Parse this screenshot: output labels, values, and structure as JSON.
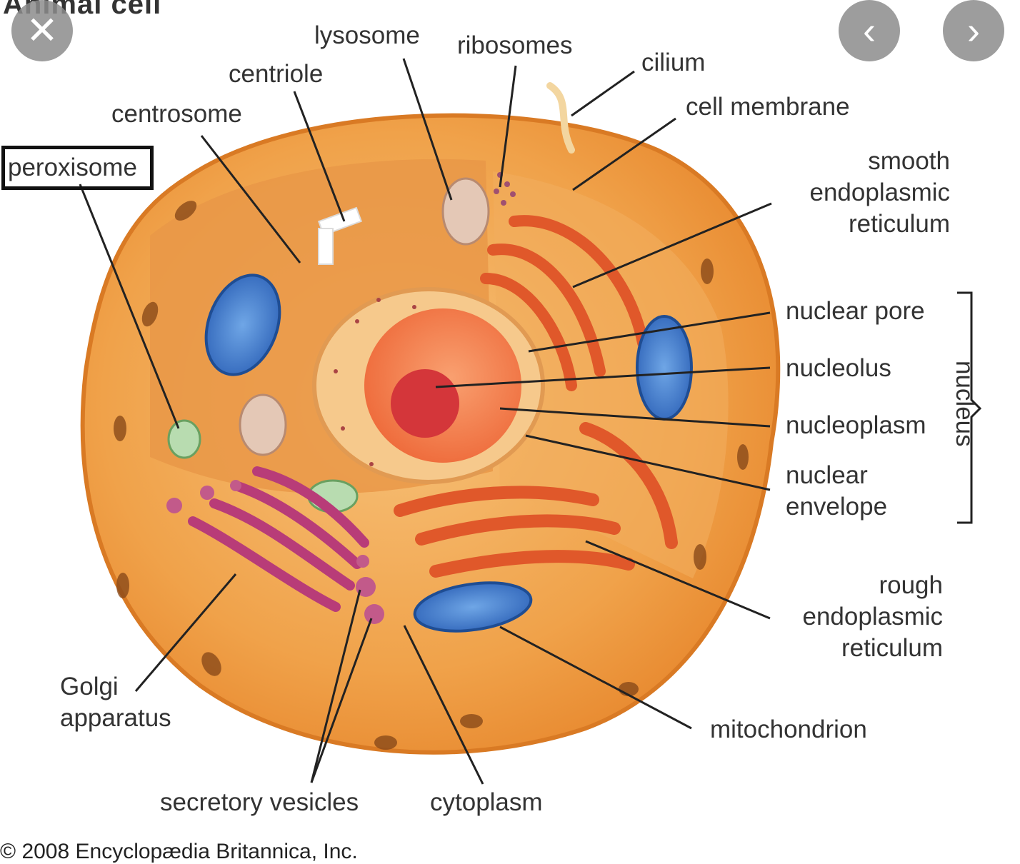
{
  "title": "Animal cell",
  "controls": {
    "close_glyph": "✕",
    "prev_glyph": "‹",
    "next_glyph": "›"
  },
  "labels": {
    "lysosome": "lysosome",
    "ribosomes": "ribosomes",
    "cilium": "cilium",
    "centriole": "centriole",
    "cell_membrane": "cell membrane",
    "centrosome": "centrosome",
    "peroxisome": "peroxisome",
    "smooth_er": [
      "smooth",
      "endoplasmic",
      "reticulum"
    ],
    "nuclear_pore": "nuclear pore",
    "nucleolus": "nucleolus",
    "nucleoplasm": "nucleoplasm",
    "nuclear_envelope": [
      "nuclear",
      "envelope"
    ],
    "nucleus": "nucleus",
    "rough_er": [
      "rough",
      "endoplasmic",
      "reticulum"
    ],
    "golgi": [
      "Golgi",
      "apparatus"
    ],
    "mitochondrion": "mitochondrion",
    "secretory_vesicles": "secretory vesicles",
    "cytoplasm": "cytoplasm"
  },
  "copyright": "© 2008 Encyclopædia Britannica, Inc."
}
